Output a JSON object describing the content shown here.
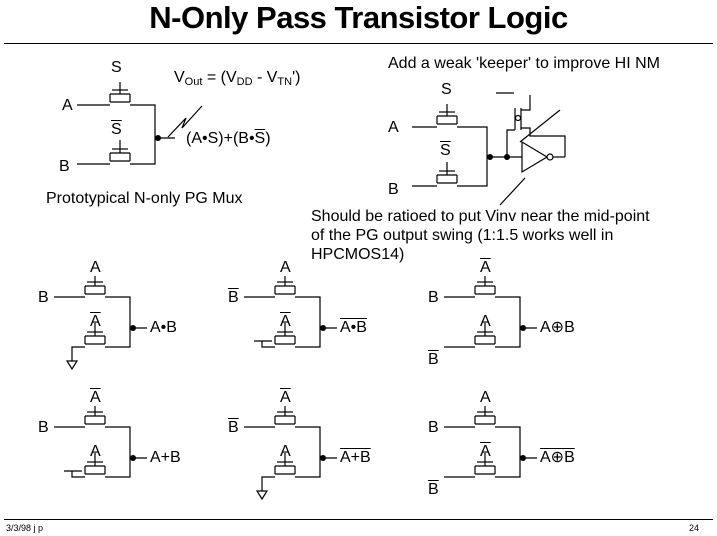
{
  "title": "N-Only Pass Transistor Logic",
  "top_left": {
    "gate_top": "S",
    "gate_bottom": "S",
    "input_a": "A",
    "input_b": "B",
    "vout_prefix": "V",
    "vout_sub": "Out",
    "vout_mid": " = (V",
    "vdd_sub": "DD",
    "vout_dash": " - V",
    "vtn_sub": "TN",
    "vout_end": "')",
    "expr_open": "(A•S)+(B•",
    "expr_s": "S",
    "expr_close": ")",
    "caption": "Prototypical N-only PG Mux"
  },
  "keeper": {
    "note": "Add a weak 'keeper' to improve HI NM",
    "gate_top": "S",
    "gate_bottom": "S",
    "input_a": "A",
    "input_b": "B",
    "ratio_note_1": "Should be ratioed to put Vinv near the mid-point",
    "ratio_note_2": "of the PG output swing (1:1.5 works well in",
    "ratio_note_3": "HPCMOS14)"
  },
  "cells": [
    {
      "name": "and",
      "gate_top": "A",
      "top_bar": false,
      "gate_bot": "A",
      "bot_bar": true,
      "in_top": "B",
      "in_top_bar": false,
      "out": "A•B",
      "out_bar": false,
      "in_bot": "",
      "in_bot_bar": false
    },
    {
      "name": "nand",
      "gate_top": "A",
      "top_bar": false,
      "gate_bot": "A",
      "bot_bar": true,
      "in_top": "B",
      "in_top_bar": true,
      "out": "A•B",
      "out_bar": true,
      "in_bot": "",
      "in_bot_bar": false
    },
    {
      "name": "xor",
      "gate_top": "A",
      "top_bar": true,
      "gate_bot": "A",
      "bot_bar": false,
      "in_top": "B",
      "in_top_bar": false,
      "out": "A⊕B",
      "out_bar": false,
      "in_bot": "B",
      "in_bot_bar": true
    },
    {
      "name": "or",
      "gate_top": "A",
      "top_bar": true,
      "gate_bot": "A",
      "bot_bar": false,
      "in_top": "B",
      "in_top_bar": false,
      "out": "A+B",
      "out_bar": false,
      "in_bot": "",
      "in_bot_bar": false
    },
    {
      "name": "nor",
      "gate_top": "A",
      "top_bar": true,
      "gate_bot": "A",
      "bot_bar": false,
      "in_top": "B",
      "in_top_bar": true,
      "out": "A+B",
      "out_bar": true,
      "in_bot": "",
      "in_bot_bar": false
    },
    {
      "name": "xnor",
      "gate_top": "A",
      "top_bar": false,
      "gate_bot": "A",
      "bot_bar": true,
      "in_top": "B",
      "in_top_bar": false,
      "out": "A⊕B",
      "out_bar": true,
      "in_bot": "B",
      "in_bot_bar": true
    }
  ],
  "footer": {
    "left": "3/3/98 j p",
    "right": "24"
  }
}
